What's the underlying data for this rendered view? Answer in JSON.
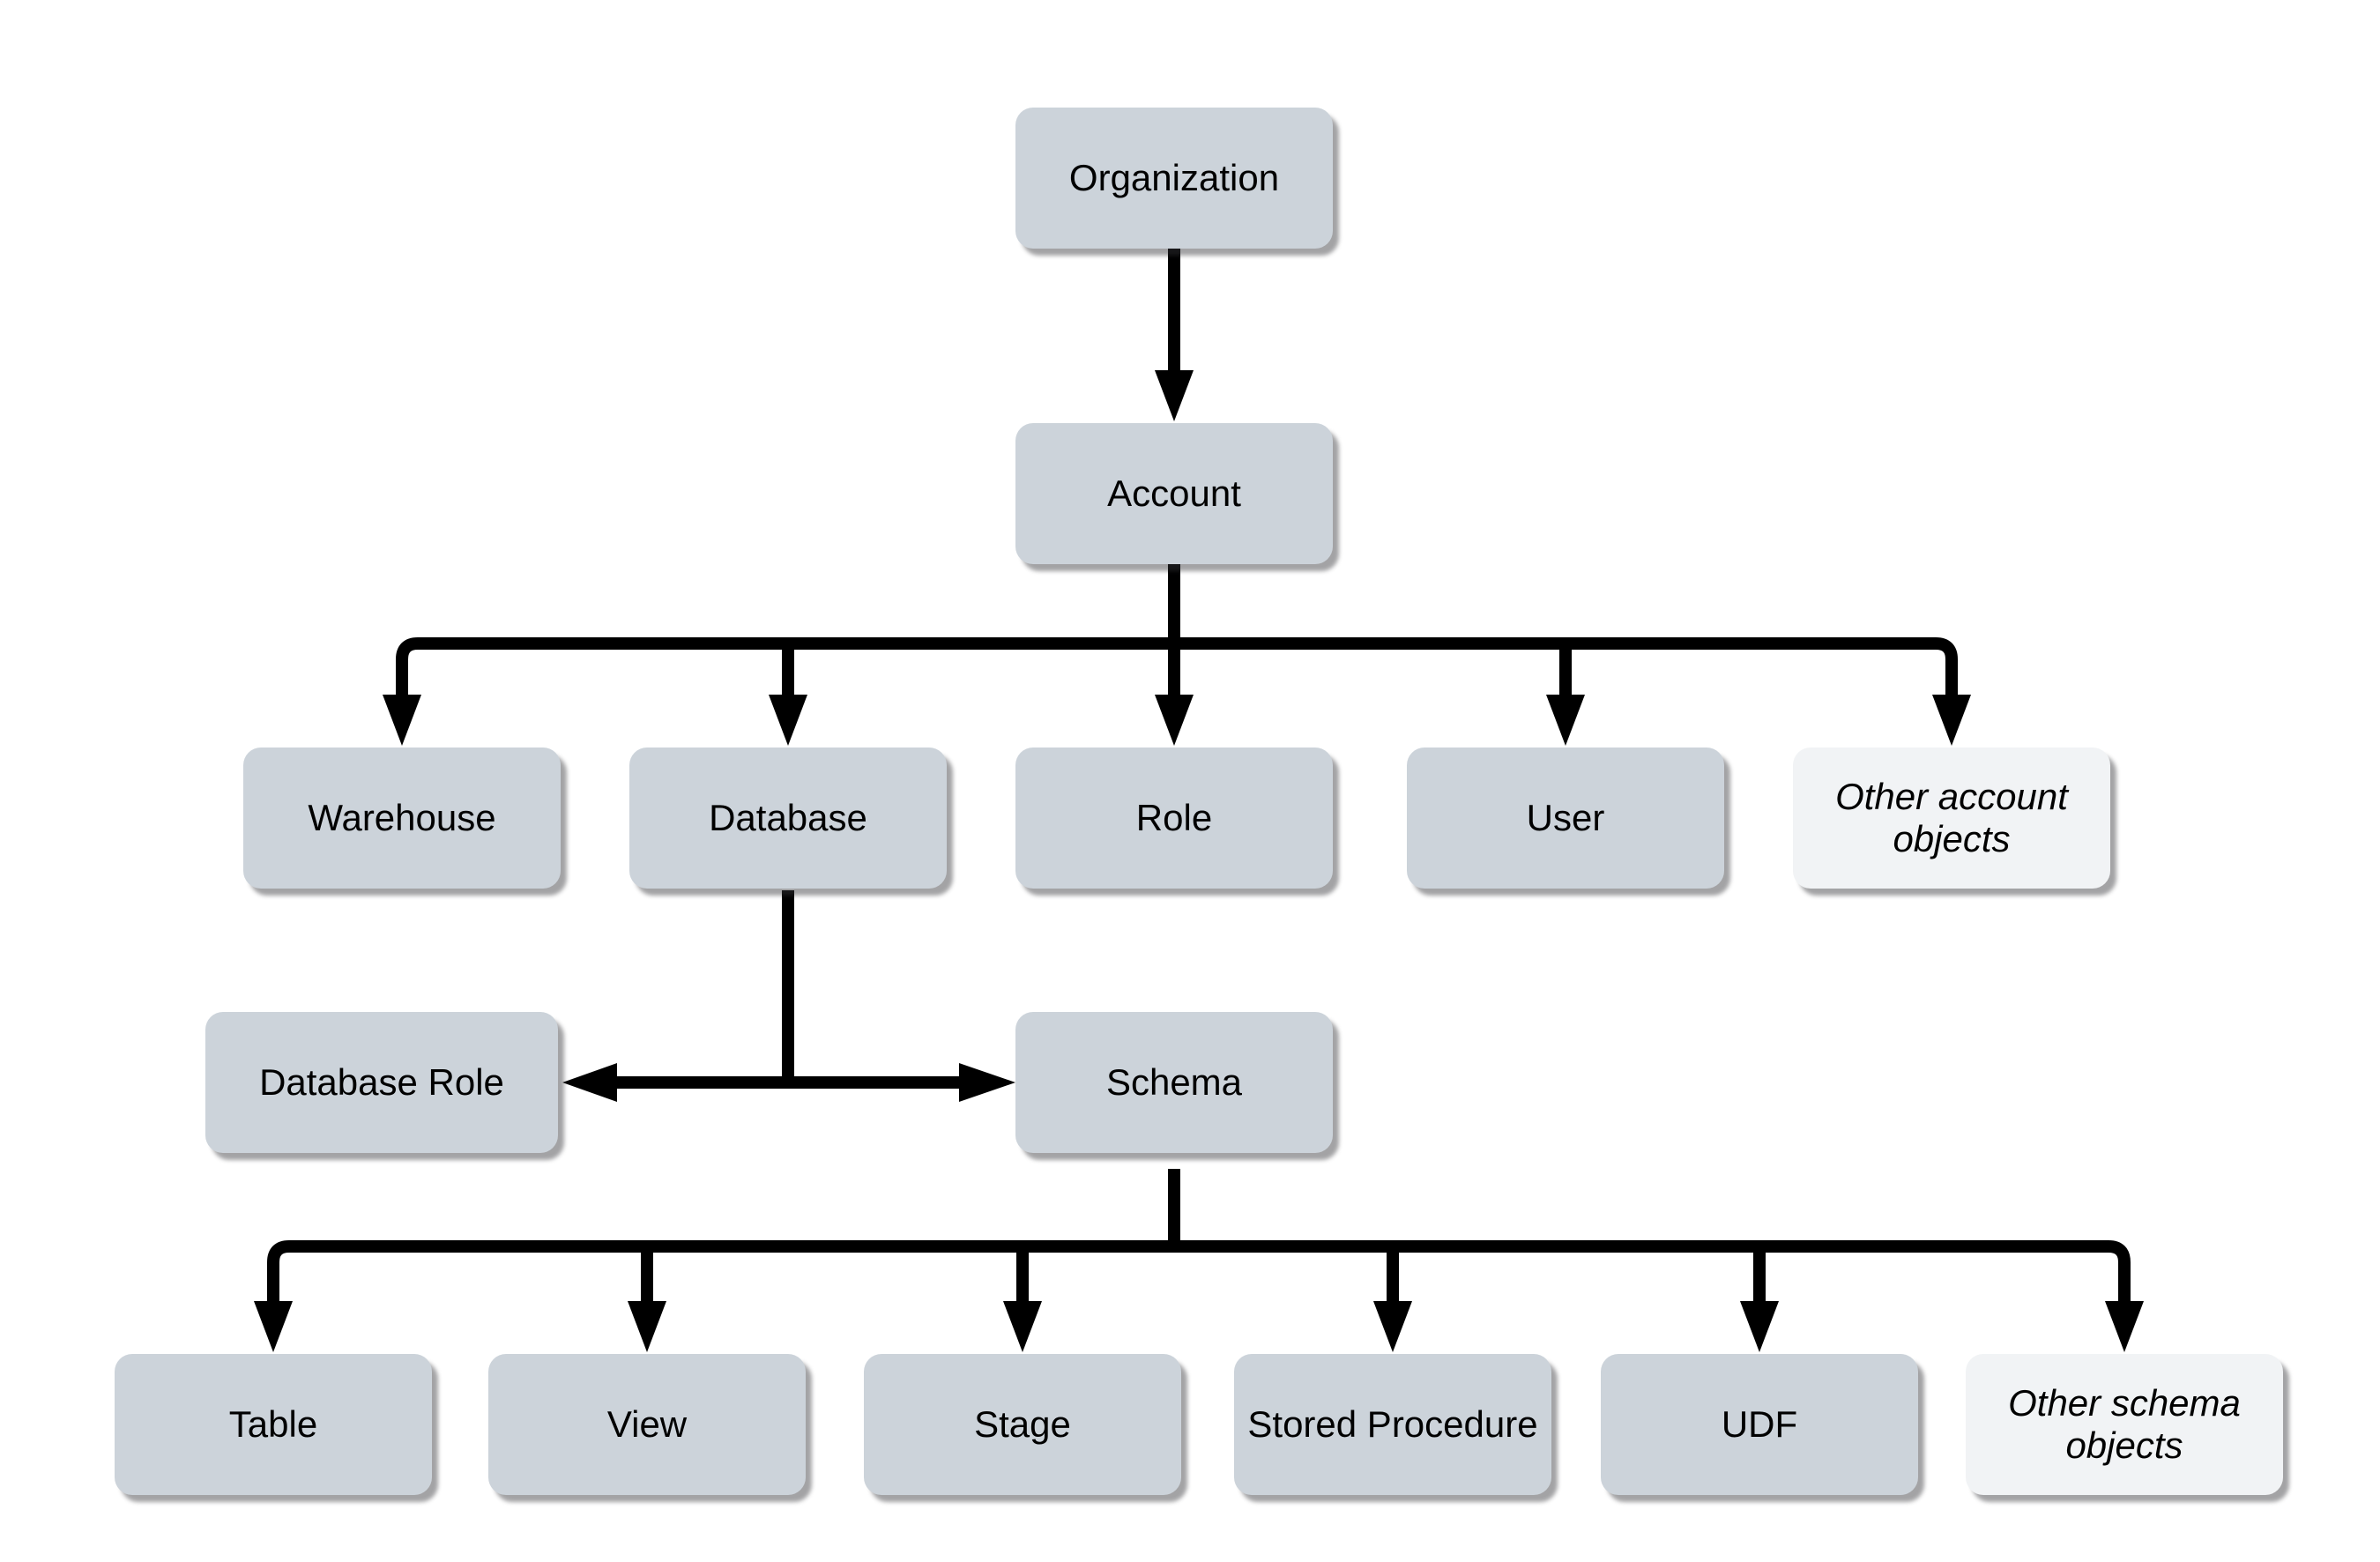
{
  "colors": {
    "background": "#ffffff",
    "node_fill": "#ccd3da",
    "other_fill": "#f1f3f5",
    "line": "#000000"
  },
  "nodes": {
    "organization": {
      "label": "Organization"
    },
    "account": {
      "label": "Account"
    },
    "warehouse": {
      "label": "Warehouse"
    },
    "database": {
      "label": "Database"
    },
    "role": {
      "label": "Role"
    },
    "user": {
      "label": "User"
    },
    "other_account": {
      "label": "Other account objects",
      "style": "other"
    },
    "database_role": {
      "label": "Database Role"
    },
    "schema": {
      "label": "Schema"
    },
    "table": {
      "label": "Table"
    },
    "view": {
      "label": "View"
    },
    "stage": {
      "label": "Stage"
    },
    "stored_procedure": {
      "label": "Stored Procedure"
    },
    "udf": {
      "label": "UDF"
    },
    "other_schema": {
      "label": "Other schema objects",
      "style": "other"
    }
  },
  "edges": [
    {
      "from": "Organization",
      "to": "Account"
    },
    {
      "from": "Account",
      "to": "Warehouse"
    },
    {
      "from": "Account",
      "to": "Database"
    },
    {
      "from": "Account",
      "to": "Role"
    },
    {
      "from": "Account",
      "to": "User"
    },
    {
      "from": "Account",
      "to": "Other account objects"
    },
    {
      "from": "Database",
      "to": "Database Role"
    },
    {
      "from": "Database",
      "to": "Schema"
    },
    {
      "from": "Schema",
      "to": "Table"
    },
    {
      "from": "Schema",
      "to": "View"
    },
    {
      "from": "Schema",
      "to": "Stage"
    },
    {
      "from": "Schema",
      "to": "Stored Procedure"
    },
    {
      "from": "Schema",
      "to": "UDF"
    },
    {
      "from": "Schema",
      "to": "Other schema objects"
    }
  ]
}
